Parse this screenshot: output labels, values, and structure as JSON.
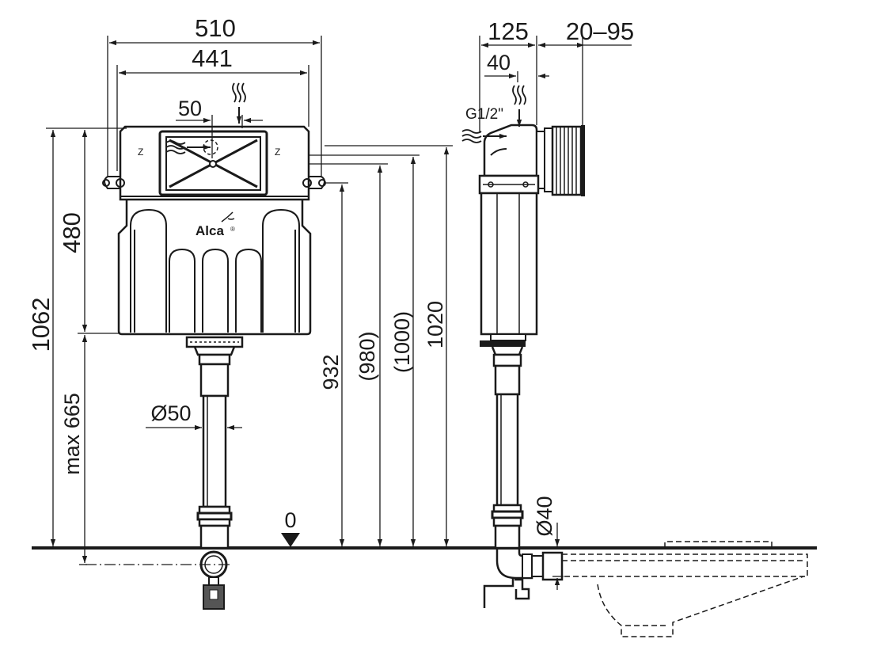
{
  "brand": "Alca",
  "brand_mark": "®",
  "dimensions": {
    "width_outer": "510",
    "width_inner": "441",
    "inlet_offset": "50",
    "depth": "125",
    "depth_inlet": "40",
    "adjust_range": "20–95",
    "connection": "G1/2\"",
    "total_height": "1062",
    "tank_height": "480",
    "max_pipe": "max 665",
    "pipe_diameter": "Ø50",
    "h_932": "932",
    "h_980": "(980)",
    "h_1000": "(1000)",
    "h_1020": "1020",
    "floor_level": "0",
    "outlet_diameter": "Ø40"
  },
  "colors": {
    "line": "#1a1a1a",
    "tank": "#ffffff",
    "frame_fill": "#e6e6e6"
  }
}
